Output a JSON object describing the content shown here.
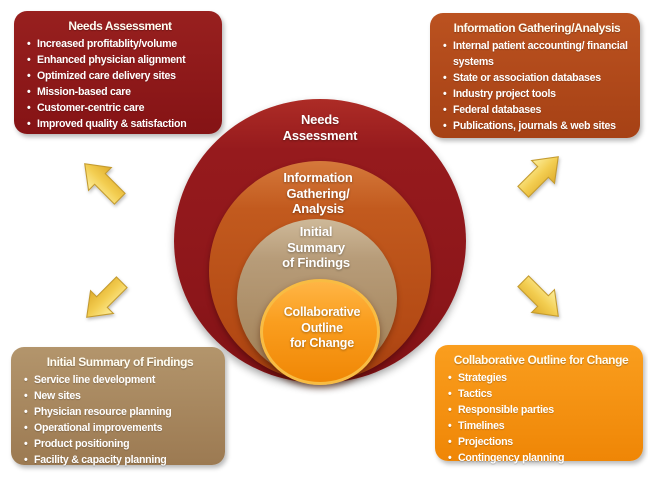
{
  "boxes": {
    "needs_assessment": {
      "title": "Needs Assessment",
      "items": [
        "Increased profitablity/volume",
        "Enhanced physician alignment",
        "Optimized care delivery sites",
        "Mission-based care",
        "Customer-centric care",
        "Improved quality & satisfaction"
      ]
    },
    "information_gathering": {
      "title": "Information Gathering/Analysis",
      "items": [
        "Internal patient accounting/ financial systems",
        "State or association databases",
        "Industry project tools",
        "Federal databases",
        "Publications, journals & web sites"
      ]
    },
    "initial_summary": {
      "title": "Initial Summary of Findings",
      "items": [
        "Service line development",
        "New sites",
        "Physician resource planning",
        "Operational improvements",
        "Product positioning",
        "Facility & capacity planning"
      ]
    },
    "collaborative_outline": {
      "title": "Collaborative Outline for Change",
      "items": [
        "Strategies",
        "Tactics",
        "Responsible parties",
        "Timelines",
        "Projections",
        "Contingency planning"
      ]
    }
  },
  "circles": [
    {
      "name": "needs-assessment",
      "lines": [
        "Needs",
        "Assessment"
      ]
    },
    {
      "name": "information-gathering",
      "lines": [
        "Information",
        "Gathering/",
        "Analysis"
      ]
    },
    {
      "name": "initial-summary",
      "lines": [
        "Initial",
        "Summary",
        "of Findings"
      ]
    },
    {
      "name": "collaborative-outline",
      "lines": [
        "Collaborative",
        "Outline",
        "for Change"
      ]
    }
  ],
  "colors": {
    "dark_red": "#8E1A1B",
    "burnt_orange": "#B54A1B",
    "tan": "#A98A62",
    "bright_orange": "#F7941D",
    "arrow_gold": "#F2CB4E",
    "text_light": "#FFFFFF"
  }
}
